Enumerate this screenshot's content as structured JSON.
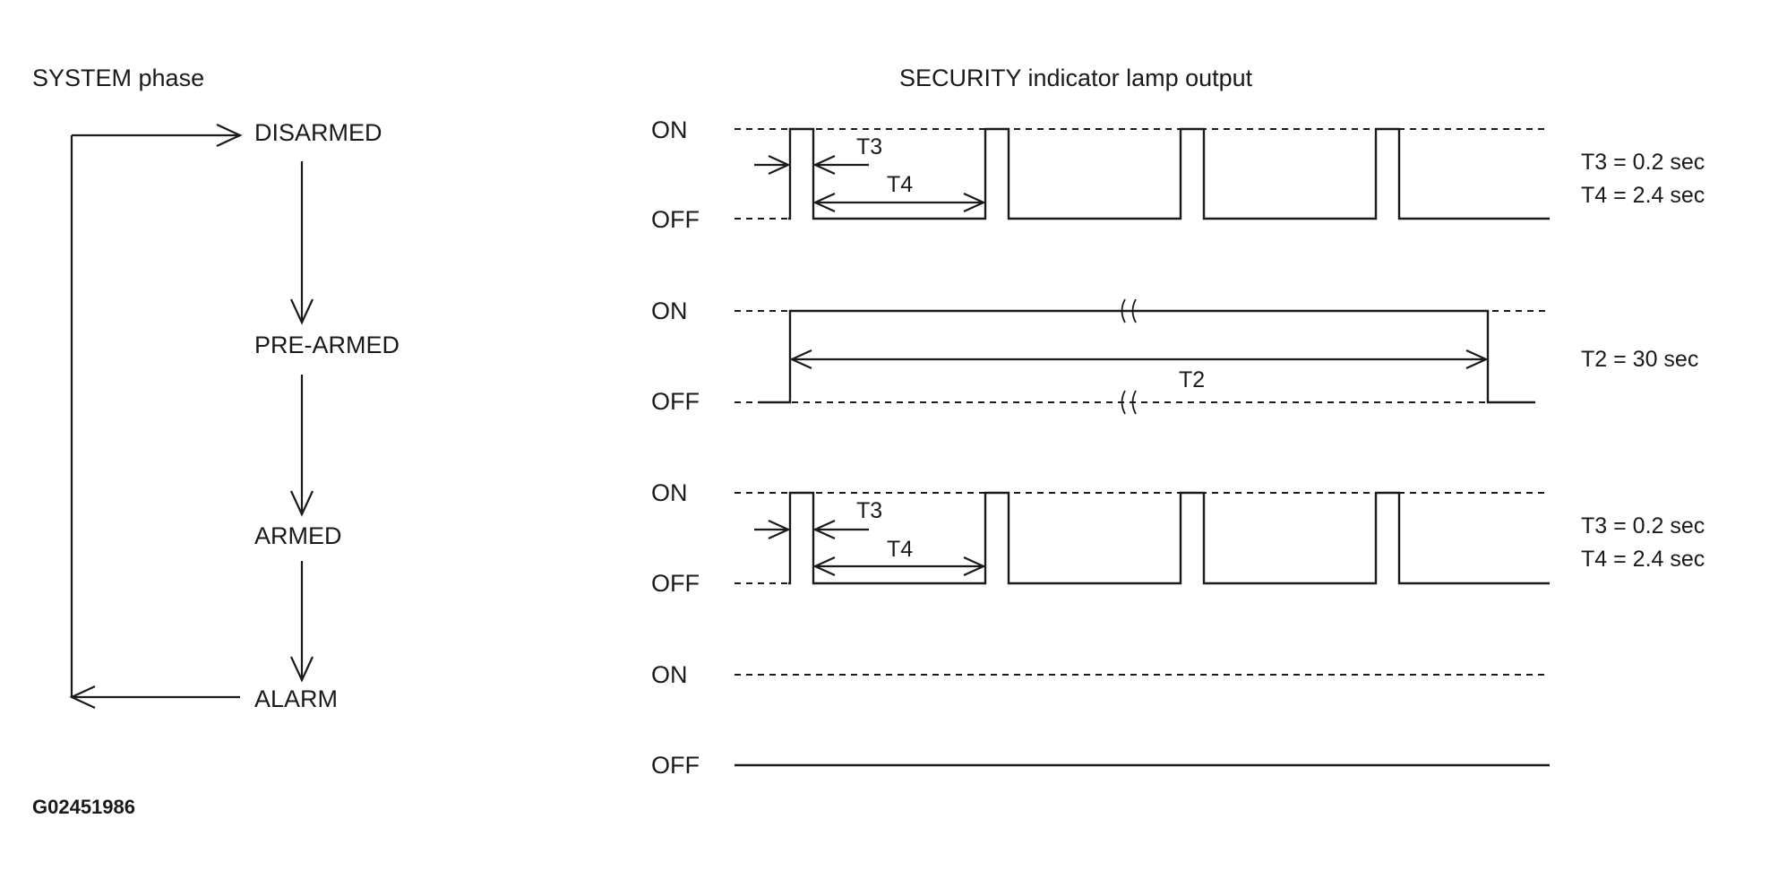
{
  "system_phase": {
    "heading": "SYSTEM phase",
    "phases": [
      "DISARMED",
      "PRE-ARMED",
      "ARMED",
      "ALARM"
    ]
  },
  "lamp_output": {
    "heading": "SECURITY indicator lamp output",
    "on_label": "ON",
    "off_label": "OFF",
    "rows": [
      {
        "phase": "DISARMED",
        "pattern": "blink",
        "interval_labels": [
          "T3",
          "T4"
        ],
        "notes": [
          "T3 = 0.2 sec",
          "T4 = 2.4 sec"
        ]
      },
      {
        "phase": "PRE-ARMED",
        "pattern": "steady-on",
        "interval_labels": [
          "T2"
        ],
        "notes": [
          "T2 = 30 sec"
        ]
      },
      {
        "phase": "ARMED",
        "pattern": "blink",
        "interval_labels": [
          "T3",
          "T4"
        ],
        "notes": [
          "T3 = 0.2 sec",
          "T4 = 2.4 sec"
        ]
      },
      {
        "phase": "ALARM",
        "pattern": "off",
        "interval_labels": [],
        "notes": []
      }
    ]
  },
  "figure_code": "G02451986"
}
